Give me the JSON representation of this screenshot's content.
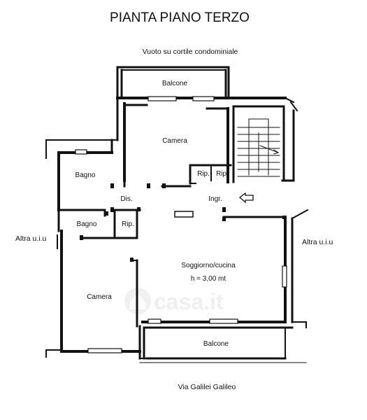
{
  "title": "PIANTA PIANO TERZO",
  "labels": {
    "top_note": "Vuoto su cortile condominiale",
    "bottom_street": "Via Galilei Galileo",
    "left_neighbor": "Altra u.i.u",
    "right_neighbor": "Altra u.i.u"
  },
  "rooms": {
    "balcone_top": "Balcone",
    "camera_top": "Camera",
    "bagno_1": "Bagno",
    "ripostiglio_1": "Rip.",
    "ripostiglio_2": "Rip.",
    "disimpegno": "Dis.",
    "ingresso": "Ingr.",
    "bagno_2": "Bagno",
    "ripostiglio_3": "Rip.",
    "soggiorno": "Soggiorno/cucina",
    "soggiorno_height": "h = 3,00 mt",
    "camera_bottom": "Camera",
    "balcone_bottom": "Balcone"
  },
  "watermark": "casa.it",
  "colors": {
    "ink": "#111111",
    "paper": "#ffffff",
    "watermark": "#e3e3e3"
  },
  "icons": {
    "entrance": "arrow-left-icon",
    "watermark": "house-logo-icon"
  }
}
